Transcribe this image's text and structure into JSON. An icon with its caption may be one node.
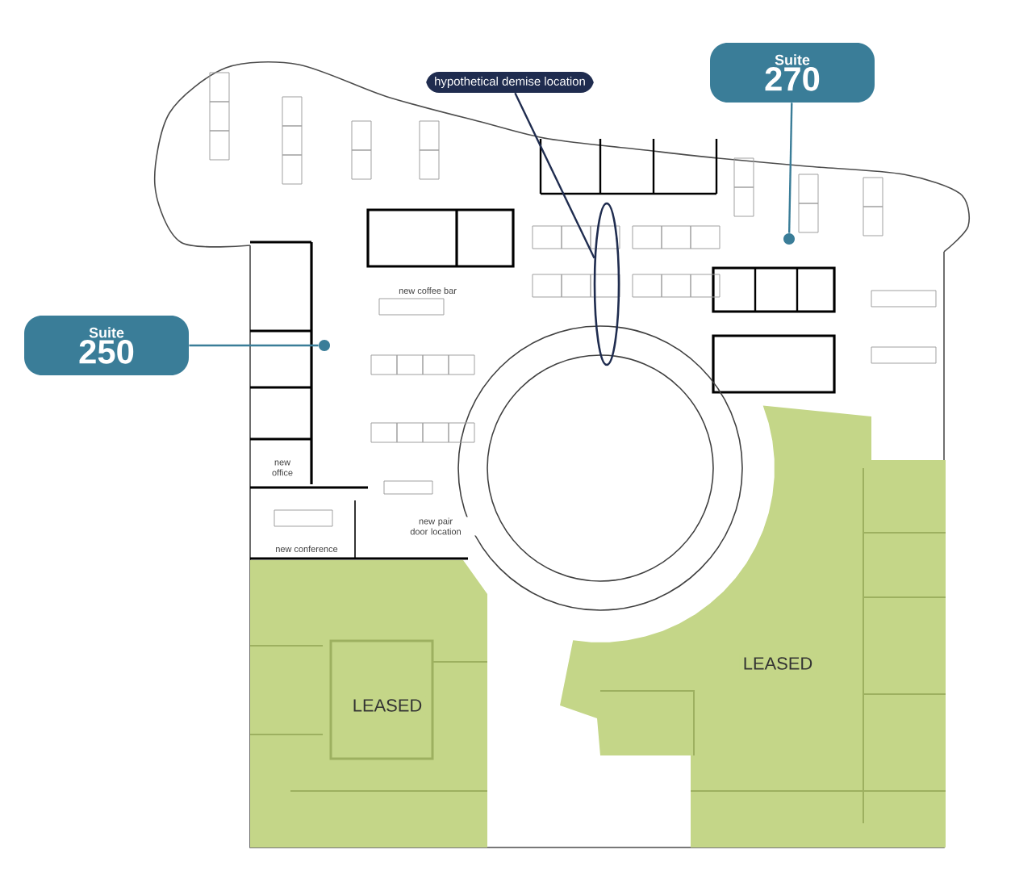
{
  "diagram": {
    "nodes": [
      {
        "text": [
          "Suite",
          "250"
        ]
      },
      {
        "text": [],
        "shape": "circle"
      },
      {
        "text": [
          "Suite",
          "270"
        ]
      },
      {
        "text": [],
        "shape": "circle"
      },
      {
        "text": [
          "hypothetical demise location"
        ]
      },
      {
        "text": [],
        "shape": "ellipse"
      },
      {
        "text": [
          "LEASED"
        ]
      },
      {
        "text": [
          "LEASED"
        ]
      }
    ],
    "edges": [
      {
        "from": 0,
        "to": 1,
        "arrow": "none"
      },
      {
        "from": 2,
        "to": 3,
        "arrow": "none"
      },
      {
        "from": 4,
        "to": 5,
        "arrow": "none",
        "color": "#1f2c4f"
      }
    ],
    "labels": [
      "new coffee bar",
      "new office",
      "new conference",
      "new pair door location"
    ]
  }
}
